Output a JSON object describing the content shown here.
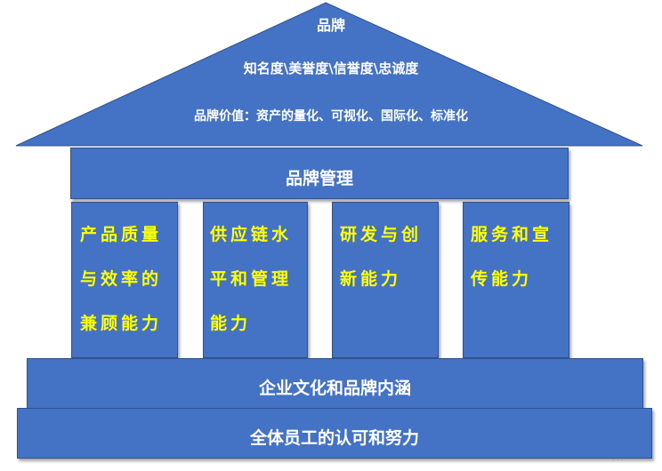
{
  "colors": {
    "block_fill": "#4472C4",
    "pillar_text": "#FFFF00",
    "label_text": "#FFFFFF"
  },
  "roof": {
    "title": "品牌",
    "line1": "知名度\\美誉度\\信誉度\\忠诚度",
    "line2": "品牌价值：资产的量化、可视化、国际化、标准化"
  },
  "beam": {
    "label": "品牌管理"
  },
  "pillars": [
    {
      "lines": [
        "产品质量",
        "与效率的",
        "兼顾能力"
      ]
    },
    {
      "lines": [
        "供应链水",
        "平和管理",
        "能力"
      ]
    },
    {
      "lines": [
        "研发与创",
        "新能力"
      ]
    },
    {
      "lines": [
        "服务和宣",
        "传能力"
      ]
    }
  ],
  "foundation": {
    "upper": "企业文化和品牌内涵",
    "lower": "全体员工的认可和努力"
  }
}
